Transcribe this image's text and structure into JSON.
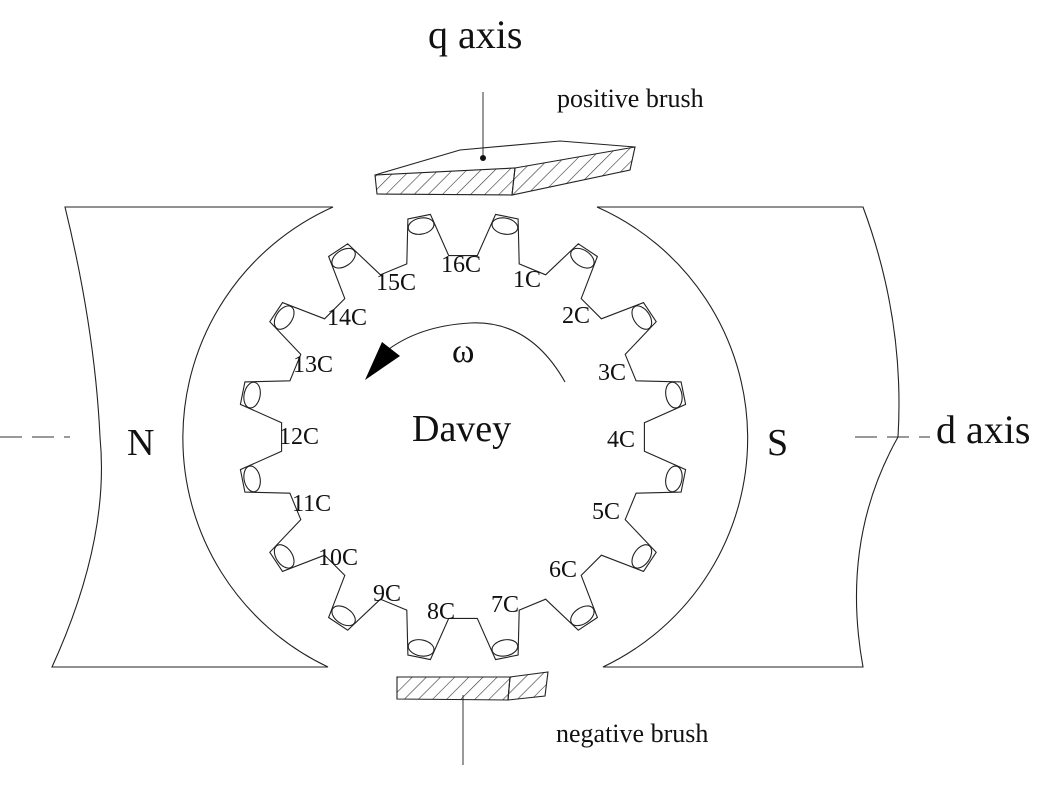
{
  "labels": {
    "q_axis": "q axis",
    "d_axis": "d axis",
    "positive_brush": "positive brush",
    "negative_brush": "negative brush",
    "north_pole": "N",
    "south_pole": "S",
    "rotation": "ω",
    "center": "Davey"
  },
  "coils": [
    "1C",
    "2C",
    "3C",
    "4C",
    "5C",
    "6C",
    "7C",
    "8C",
    "9C",
    "10C",
    "11C",
    "12C",
    "13C",
    "14C",
    "15C",
    "16C"
  ],
  "colors": {
    "ink": "#222222",
    "background": "#ffffff"
  }
}
